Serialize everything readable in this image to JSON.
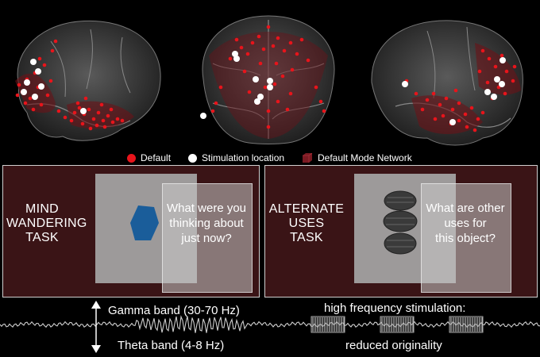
{
  "legend": {
    "default_label": "Default",
    "stimulation_label": "Stimulation location",
    "dmn_label": "Default Mode Network",
    "colors": {
      "default": "#e8141b",
      "stimulation": "#ffffff",
      "dmn": "#7a1a22"
    }
  },
  "panels": [
    {
      "task_lines": [
        "MIND",
        "WANDERING",
        "TASK"
      ],
      "question_lines": [
        "What were you",
        "thinking about",
        "just now?"
      ],
      "stimulus_icon": "blue-hexagon-icon"
    },
    {
      "task_lines": [
        "ALTERNATE",
        "USES",
        "TASK"
      ],
      "question_lines": [
        "What are other",
        "uses for",
        "this object?"
      ],
      "stimulus_icon": "stacked-tires-icon"
    }
  ],
  "bands": {
    "gamma": "Gamma band (30-70 Hz)",
    "theta": "Theta band (4-8 Hz)",
    "stim_title": "high frequency stimulation:",
    "stim_result": "reduced originality"
  },
  "colors": {
    "panel_bg": "#3a1416",
    "hexagon": "#1a5d9a"
  }
}
